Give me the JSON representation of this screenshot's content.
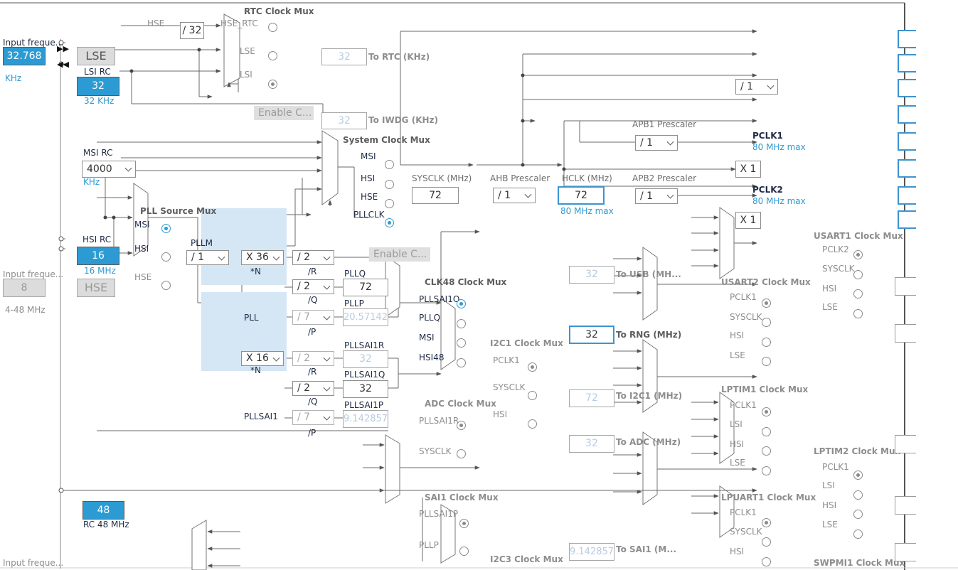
{
  "lse": {
    "input_label": "Input freque...",
    "value": "32.768",
    "unit": "KHz",
    "button": "LSE"
  },
  "lsi": {
    "label": "LSI RC",
    "value": "32",
    "sub": "32 KHz"
  },
  "rtc": {
    "mux_title": "RTC Clock Mux",
    "hse_label": "HSE",
    "div_label": "/ 32",
    "in_hse": "HSE_RTC",
    "in_lse": "LSE",
    "in_lsi": "LSI",
    "out_value": "32",
    "out_label": "To RTC (KHz)",
    "enable": "Enable C..."
  },
  "iwdg": {
    "value": "32",
    "label": "To IWDG (KHz)"
  },
  "msi": {
    "label": "MSI RC",
    "value": "4000",
    "unit": "KHz"
  },
  "hsi": {
    "label": "HSI RC",
    "value": "16",
    "sub": "16 MHz"
  },
  "hse": {
    "input_label": "Input freque...",
    "value": "8",
    "button": "HSE",
    "range": "4-48 MHz"
  },
  "rc48": {
    "value": "48",
    "sub": "RC 48 MHz"
  },
  "bottom_input_label": "Input freque...",
  "sysmux": {
    "title": "System Clock Mux",
    "opts": [
      "MSI",
      "HSI",
      "HSE",
      "PLLCLK"
    ]
  },
  "sysclk": {
    "label": "SYSCLK (MHz)",
    "value": "72"
  },
  "ahb": {
    "label": "AHB Prescaler",
    "value": "/ 1"
  },
  "hclk": {
    "label": "HCLK (MHz)",
    "value": "72",
    "max": "80 MHz max"
  },
  "apb1": {
    "label": "APB1 Prescaler",
    "value": "/ 1",
    "pclk": "PCLK1",
    "max": "80 MHz max"
  },
  "apb2": {
    "label": "APB2 Prescaler",
    "value": "/ 1",
    "pclk": "PCLK2",
    "max": "80 MHz max"
  },
  "cortex_div": "/ 1",
  "x1a": "X 1",
  "x1b": "X 1",
  "pllsrc": {
    "title": "PLL Source Mux",
    "opts": [
      "MSI",
      "HSI",
      "HSE"
    ]
  },
  "pll": {
    "pllm_label": "PLLM",
    "pllm": "/ 1",
    "muln": "X 36",
    "n_label": "*N",
    "r": "/ 2",
    "r_label": "/R",
    "q": "/ 2",
    "q_label": "/Q",
    "p": "/ 7",
    "p_label": "/P",
    "pll_label": "PLL",
    "pllq_label": "PLLQ",
    "pllq": "72",
    "pllp_label": "PLLP",
    "pllp": "20.571428",
    "enable": "Enable C..."
  },
  "pllsai1": {
    "label": "PLLSAI1",
    "muln": "X 16",
    "n_label": "*N",
    "r": "/ 2",
    "r_label": "/R",
    "q": "/ 2",
    "q_label": "/Q",
    "p": "/ 7",
    "p_label": "/P",
    "r_out_label": "PLLSAI1R",
    "r_out": "32",
    "q_out_label": "PLLSAI1Q",
    "q_out": "32",
    "p_out_label": "PLLSAI1P",
    "p_out": "9.142857"
  },
  "clk48": {
    "title": "CLK48 Clock Mux",
    "opts": [
      "PLLSAI1Q",
      "PLLQ",
      "MSI",
      "HSI48"
    ]
  },
  "usb": {
    "value": "32",
    "label": "To USB (MH..."
  },
  "rng": {
    "value": "32",
    "label": "To RNG (MHz)"
  },
  "i2c1": {
    "title": "I2C1 Clock Mux",
    "opts": [
      "PCLK1",
      "SYSCLK",
      "HSI"
    ],
    "value": "72",
    "label": "To I2C1 (MHz)"
  },
  "adc": {
    "title": "ADC Clock Mux",
    "opts": [
      "PLLSAI1R",
      "SYSCLK"
    ],
    "value": "32",
    "label": "To ADC (MHz)"
  },
  "sai1": {
    "title": "SAI1 Clock Mux",
    "opts": [
      "PLLSAI1P",
      "PLLP"
    ],
    "value": "9.142857",
    "label": "To SAI1 (M..."
  },
  "i2c3": {
    "title": "I2C3 Clock Mux"
  },
  "usart1": {
    "title": "USART1 Clock Mux",
    "opts": [
      "PCLK2",
      "SYSCLK",
      "HSI",
      "LSE"
    ]
  },
  "usart2": {
    "title": "USART2 Clock Mux",
    "opts": [
      "PCLK1",
      "SYSCLK",
      "HSI",
      "LSE"
    ]
  },
  "lptim1": {
    "title": "LPTIM1 Clock Mux",
    "opts": [
      "PCLK1",
      "LSI",
      "HSI",
      "LSE"
    ]
  },
  "lptim2": {
    "title": "LPTIM2 Clock Mux",
    "opts": [
      "PCLK1",
      "LSI",
      "HSI",
      "LSE"
    ]
  },
  "lpuart1": {
    "title": "LPUART1 Clock Mux",
    "opts": [
      "PCLK1",
      "SYSCLK",
      "HSI"
    ]
  },
  "swpmi1": {
    "title": "SWPMI1 Clock Mux"
  }
}
